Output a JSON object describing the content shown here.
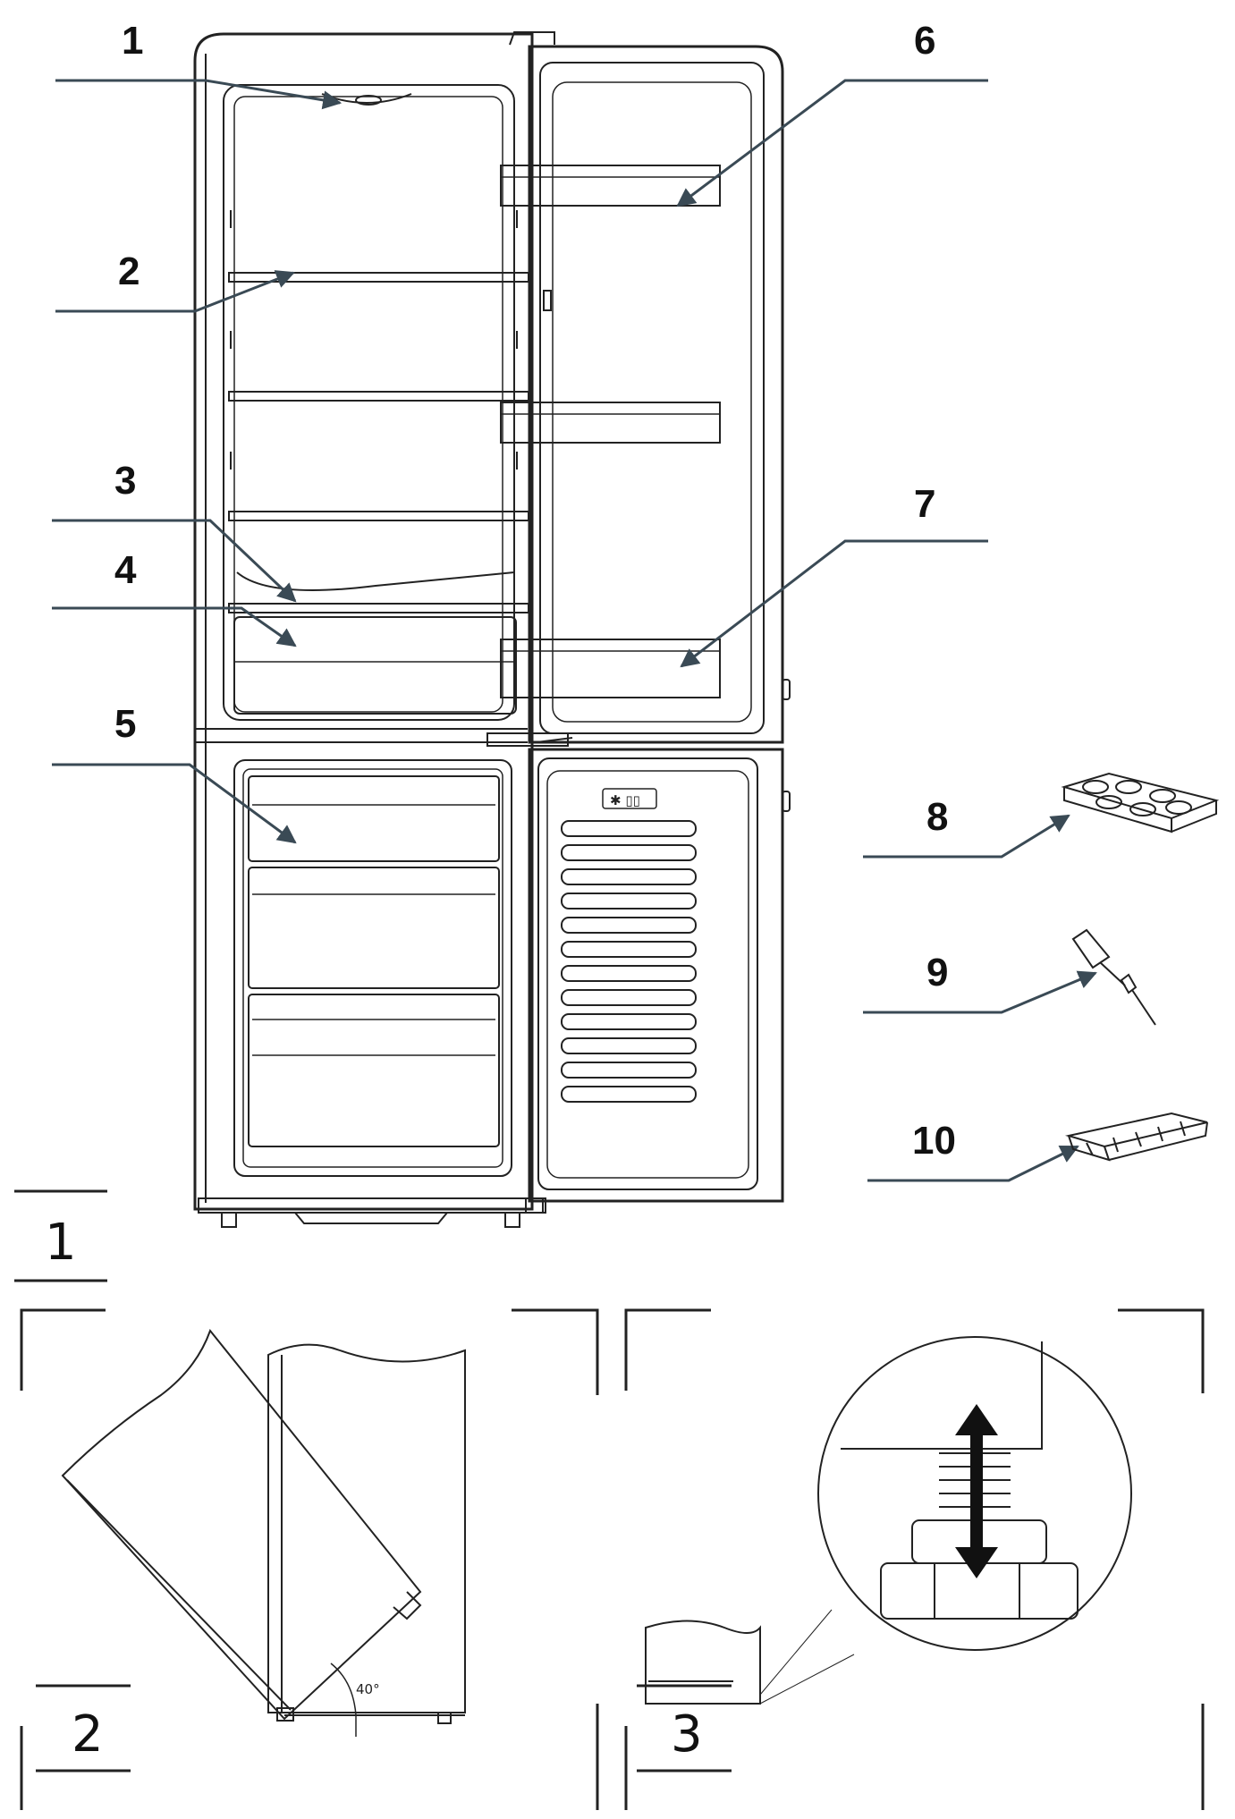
{
  "callouts": {
    "c1": "1",
    "c2": "2",
    "c3": "3",
    "c4": "4",
    "c5": "5",
    "c6": "6",
    "c7": "7",
    "c8": "8",
    "c9": "9",
    "c10": "10"
  },
  "figures": {
    "fig1": "1",
    "fig2": "2",
    "fig3": "3"
  },
  "angle_label": "40°",
  "colors": {
    "line": "#222222",
    "leader": "#3a4a55",
    "background": "#ffffff"
  }
}
